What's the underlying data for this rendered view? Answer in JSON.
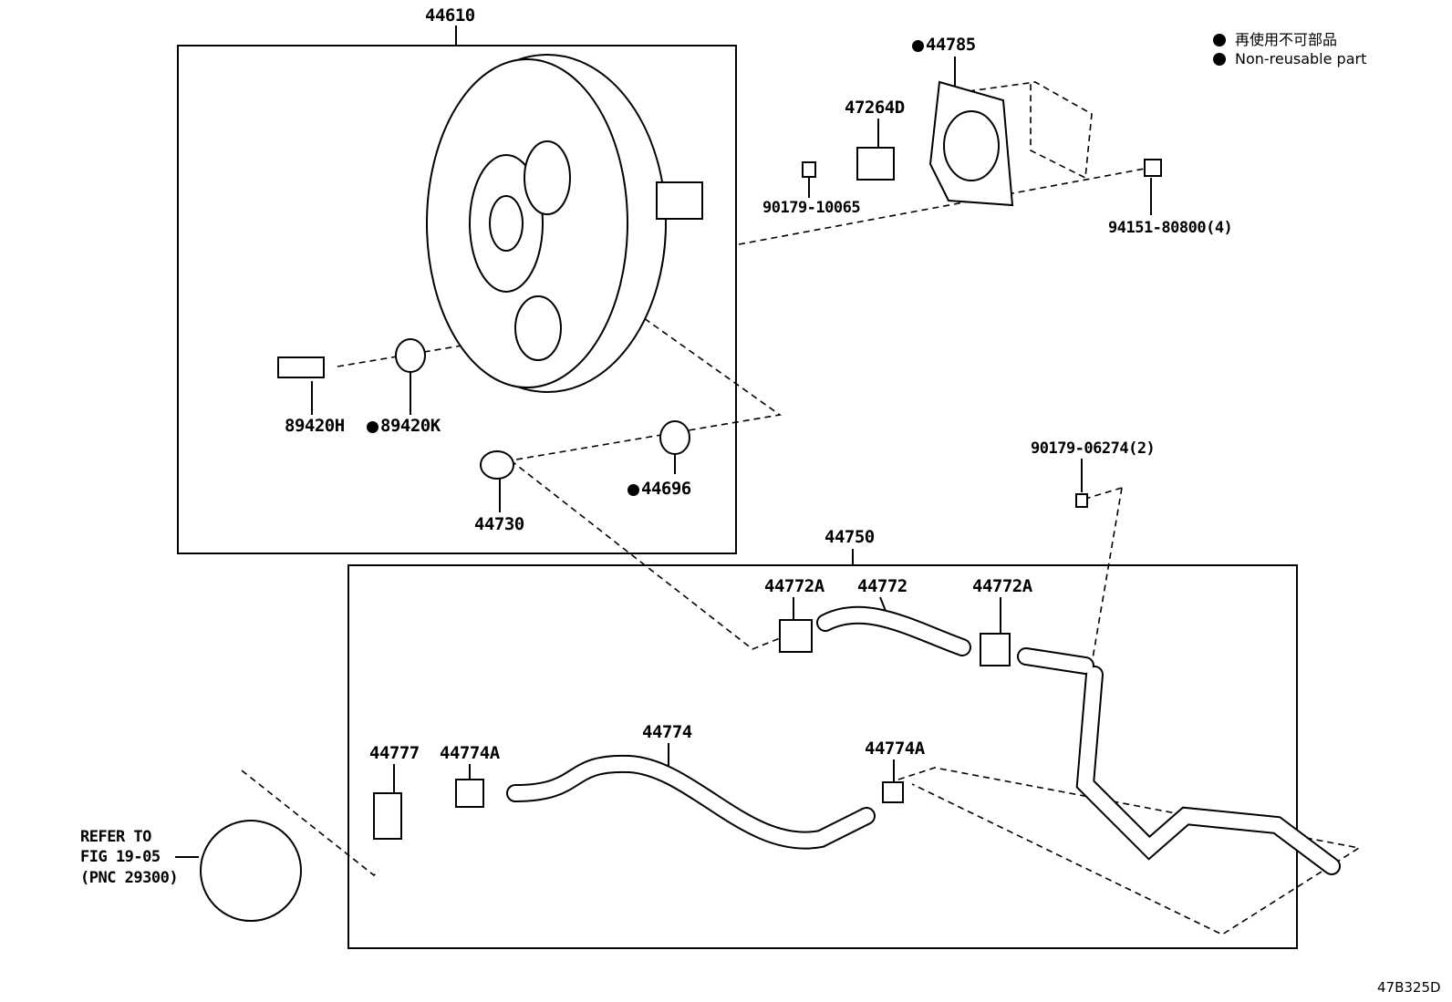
{
  "legend": {
    "jp": "再使用不可部品",
    "en": "Non-reusable part",
    "marker_color": "#000000"
  },
  "figure_code": "47B325D",
  "parts": {
    "p44610": "44610",
    "p44785": "44785",
    "p47264D": "47264D",
    "p90179_10065": "90179-10065",
    "p94151": "94151-80800(4)",
    "p89420H": "89420H",
    "p89420K": "89420K",
    "p44696": "44696",
    "p44730": "44730",
    "p90179_06274": "90179-06274(2)",
    "p44750": "44750",
    "p44772A_1": "44772A",
    "p44772": "44772",
    "p44772A_2": "44772A",
    "p44777": "44777",
    "p44774A_1": "44774A",
    "p44774": "44774",
    "p44774A_2": "44774A"
  },
  "refer": {
    "line1": "REFER TO",
    "line2": "FIG 19-05",
    "line3": "(PNC 29300)"
  }
}
